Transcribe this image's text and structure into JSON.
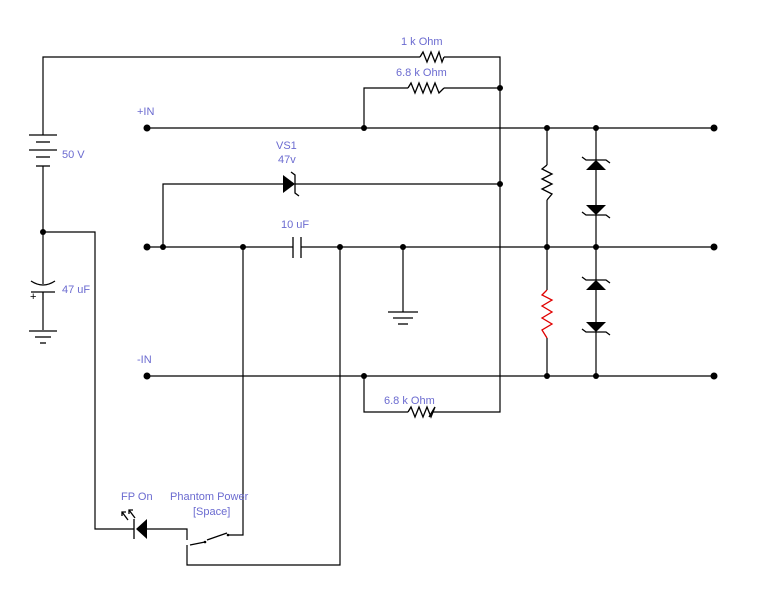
{
  "labels": {
    "r_top": "1 k Ohm",
    "r_mid": "6.8 k Ohm",
    "in_pos": "+IN",
    "zener": "VS1",
    "zener_v": "47v",
    "battery": "50 V",
    "cap_series": "10 uF",
    "cap_elec": "47 uF",
    "in_neg": "-IN",
    "r_bottom": "6.8 k Ohm",
    "led": "FP On",
    "switch_name": "Phantom Power",
    "switch_key": "[Space]"
  },
  "colors": {
    "wire": "#000000",
    "label": "#6b6bd0",
    "highlight_resistor": "#e00000"
  }
}
